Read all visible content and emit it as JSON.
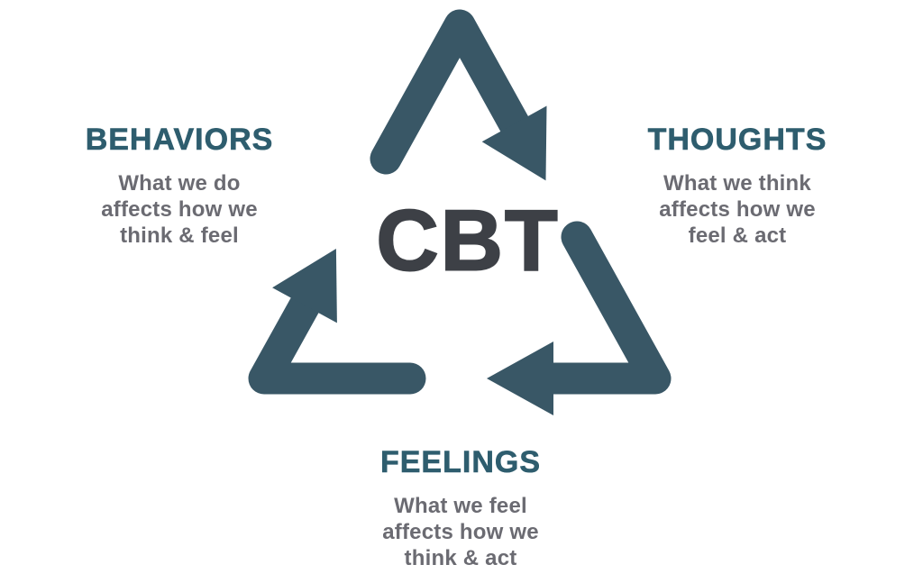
{
  "diagram": {
    "center": {
      "label": "CBT"
    },
    "nodes": [
      {
        "id": "behaviors",
        "label": "BEHAVIORS",
        "description_lines": [
          "What we do",
          "affects how we",
          "think & feel"
        ]
      },
      {
        "id": "thoughts",
        "label": "THOUGHTS",
        "description_lines": [
          "What we think",
          "affects how we",
          "feel & act"
        ]
      },
      {
        "id": "feelings",
        "label": "FEELINGS",
        "description_lines": [
          "What we feel",
          "affects how we",
          "think & act"
        ]
      }
    ],
    "arrows": [
      {
        "name": "cycle-arrow-top"
      },
      {
        "name": "cycle-arrow-right"
      },
      {
        "name": "cycle-arrow-bottom-left"
      }
    ],
    "colors": {
      "arrow": "#395766",
      "heading": "#2e5d6e",
      "body_text": "#6b6b72",
      "center_text": "#3d4046",
      "background": "#ffffff"
    }
  }
}
